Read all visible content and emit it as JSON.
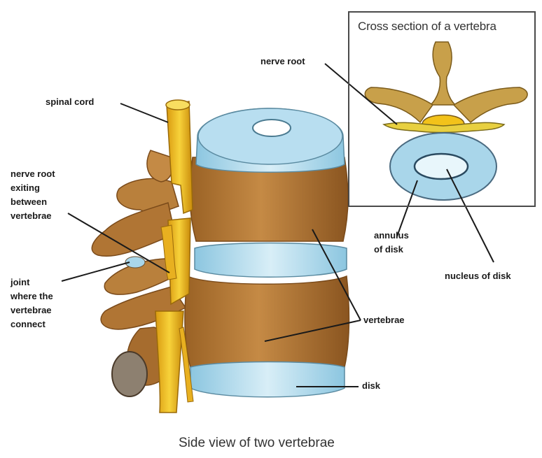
{
  "inset": {
    "title": "Cross section of a vertebra",
    "nerve_root": "nerve root",
    "annulus": "annulus of disk",
    "nucleus": "nucleus of disk"
  },
  "side": {
    "spinal_cord": "spinal cord",
    "nerve_root_exiting": [
      "nerve root",
      "exiting",
      "between",
      "vertebrae"
    ],
    "joint": [
      "joint",
      "where the",
      "vertebrae",
      "connect"
    ],
    "vertebrae": "vertebrae",
    "disk": "disk"
  },
  "caption": "Side view of two vertebrae",
  "colors": {
    "bone": "#b57a35",
    "bone_dark": "#7a4a1a",
    "disk": "#a9d6ea",
    "disk_light": "#dff1f8",
    "nerve": "#f2c21a",
    "nerve_dark": "#c98f0a"
  }
}
